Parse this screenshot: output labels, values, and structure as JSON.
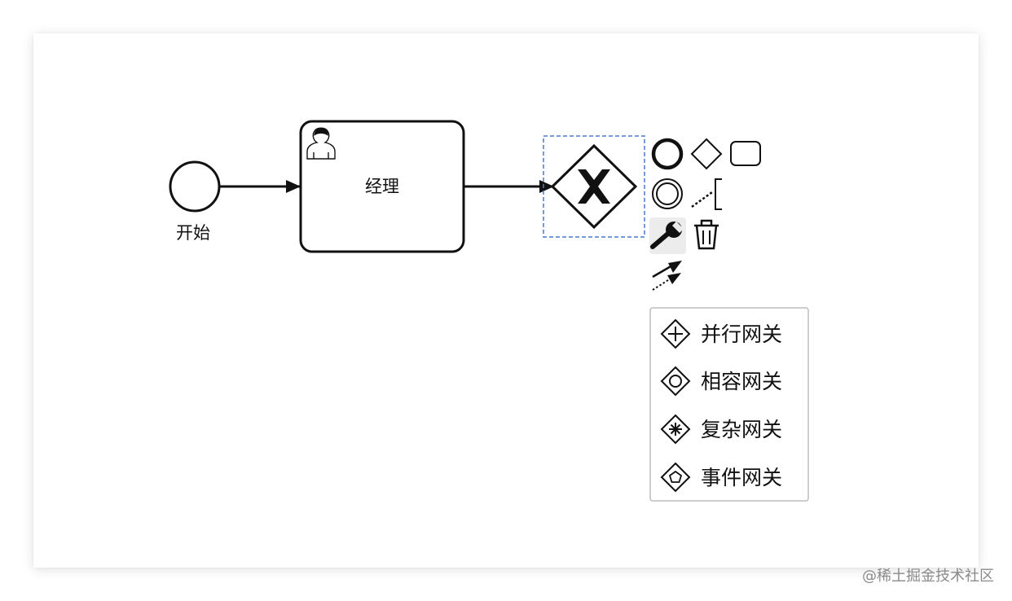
{
  "diagram": {
    "start_event": {
      "label": "开始",
      "icon": "start-event-circle-icon"
    },
    "user_task": {
      "label": "经理",
      "icon": "user-icon"
    },
    "exclusive_gateway": {
      "icon": "exclusive-gateway-x-icon",
      "marker": "X",
      "selected": true
    }
  },
  "context_pad": {
    "items": [
      {
        "icon": "end-event-icon"
      },
      {
        "icon": "gateway-icon"
      },
      {
        "icon": "task-icon"
      },
      {
        "icon": "intermediate-event-icon"
      },
      {
        "icon": "text-annotation-icon"
      },
      {
        "icon": "wrench-icon",
        "active": true
      },
      {
        "icon": "trash-icon"
      },
      {
        "icon": "connect-icon"
      }
    ]
  },
  "replace_menu": {
    "items": [
      {
        "label": "并行网关",
        "icon": "parallel-gateway-icon"
      },
      {
        "label": "相容网关",
        "icon": "inclusive-gateway-icon"
      },
      {
        "label": "复杂网关",
        "icon": "complex-gateway-icon"
      },
      {
        "label": "事件网关",
        "icon": "event-based-gateway-icon"
      }
    ]
  },
  "watermark": {
    "text": "@稀土掘金技术社区"
  },
  "colors": {
    "stroke": "#111111",
    "selection": "#4a78d2",
    "menu_border": "#bdbdbd",
    "hover_bg": "#ececec",
    "watermark": "#8a8a8a"
  }
}
